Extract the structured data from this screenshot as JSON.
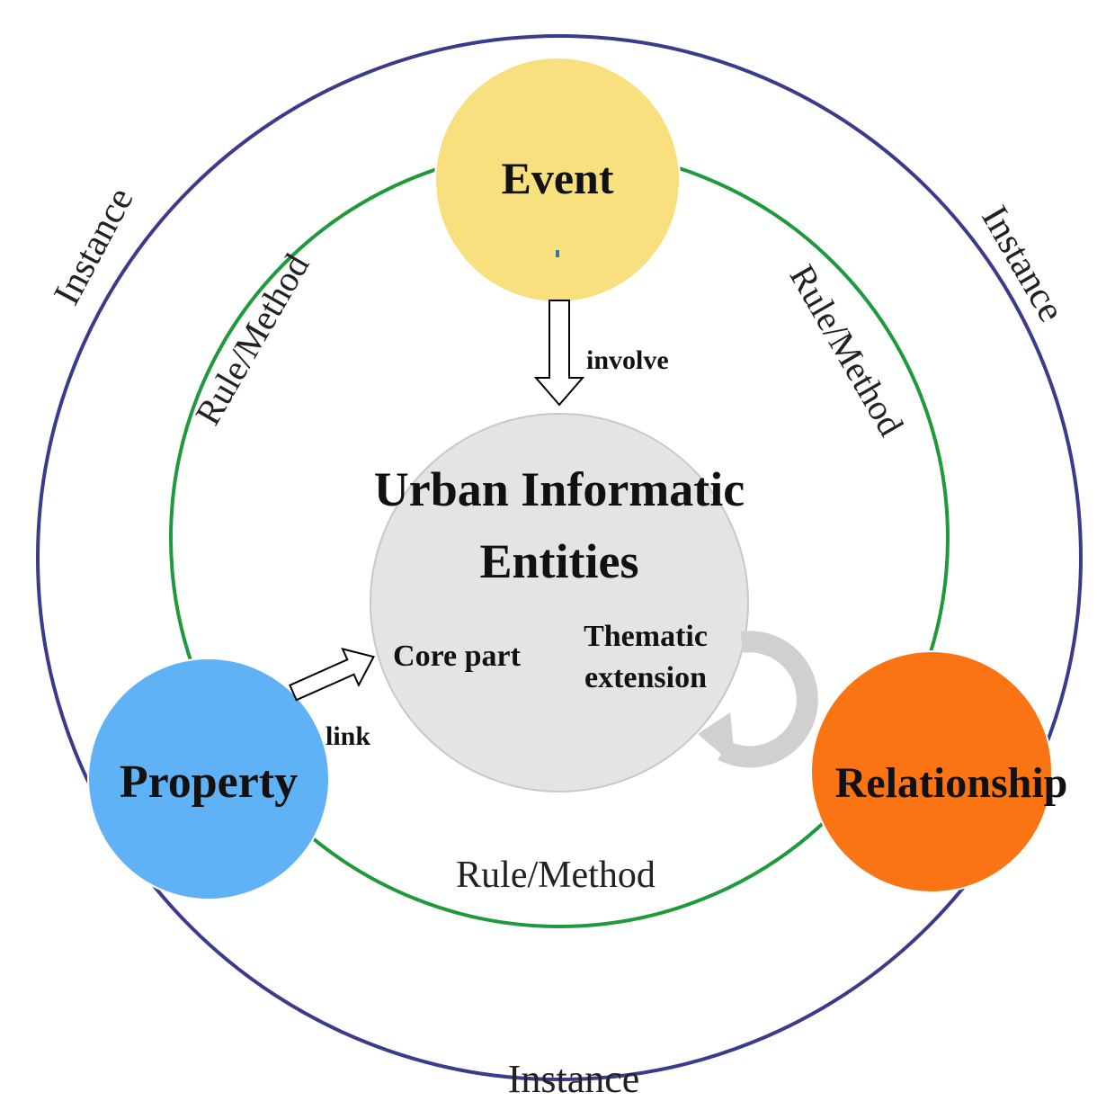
{
  "diagram": {
    "center": {
      "title_line1": "Urban Informatic",
      "title_line2": "Entities",
      "core_label": "Core part",
      "thematic_line1": "Thematic",
      "thematic_line2": "extension"
    },
    "nodes": {
      "event": "Event",
      "property": "Property",
      "relationship": "Relationship"
    },
    "arrows": {
      "involve": "involve",
      "link": "link"
    },
    "rings": {
      "rule_left": "Rule/Method",
      "rule_right": "Rule/Method",
      "rule_bottom": "Rule/Method",
      "instance_left": "Instance",
      "instance_right": "Instance",
      "instance_bottom": "Instance"
    },
    "colors": {
      "outer_ring": "#3b3b8c",
      "inner_ring": "#1e9a3c",
      "center_fill": "#e4e4e4",
      "center_stroke": "#c8c8c8",
      "event_fill": "#f8e07f",
      "property_fill": "#5fb2f5",
      "relationship_fill": "#fa7413",
      "cycle_arrow": "#d0d0d0"
    }
  }
}
